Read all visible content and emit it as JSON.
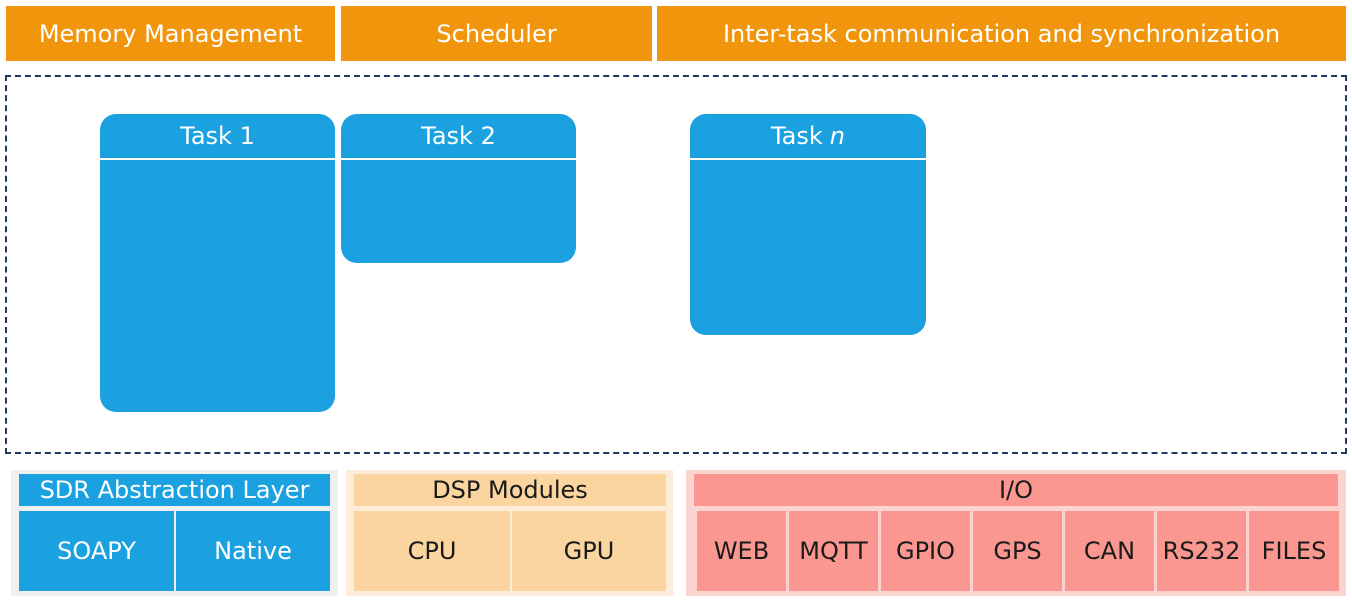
{
  "top_bars": {
    "memory": "Memory Management",
    "scheduler": "Scheduler",
    "ipc": "Inter-task communication and synchronization"
  },
  "tasks": {
    "task1": "Task 1",
    "task2": "Task 2",
    "taskn_prefix": "Task",
    "taskn_var": "n"
  },
  "sdr": {
    "title": "SDR Abstraction Layer",
    "items": [
      "SOAPY",
      "Native"
    ]
  },
  "dsp": {
    "title": "DSP Modules",
    "items": [
      "CPU",
      "GPU"
    ]
  },
  "io": {
    "title": "I/O",
    "items": [
      "WEB",
      "MQTT",
      "GPIO",
      "GPS",
      "CAN",
      "RS232",
      "FILES"
    ]
  },
  "colors": {
    "orange": "#f0950c",
    "task_blue": "#1ca1e0",
    "dashed_border": "#1f3a5f",
    "dsp_fill": "#fad59f",
    "io_fill": "#fb9791"
  }
}
